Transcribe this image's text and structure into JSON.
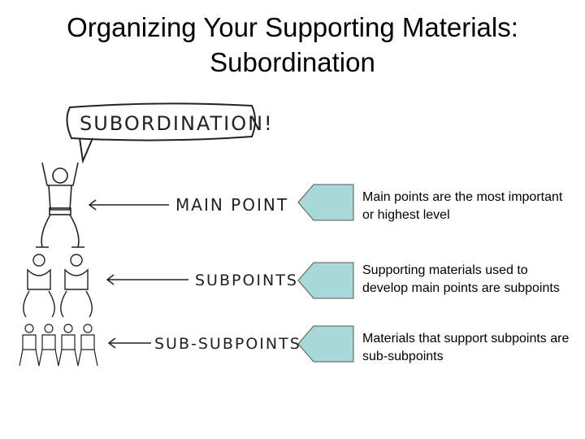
{
  "slide": {
    "title_line1": "Organizing Your Supporting Materials:",
    "title_line2": "Subordination"
  },
  "cartoon": {
    "speech_bubble": "SUBORDINATION!",
    "labels": [
      "MAIN POINT",
      "SUBPOINTS",
      "SUB-SUBPOINTS"
    ]
  },
  "items": [
    {
      "text": "Main points are the most important or highest level"
    },
    {
      "text": "Supporting materials used to develop main points are subpoints"
    },
    {
      "text": "Materials that support subpoints are sub-subpoints"
    }
  ],
  "colors": {
    "arrow_fill": "#a8d8d8",
    "arrow_stroke": "#555555"
  }
}
